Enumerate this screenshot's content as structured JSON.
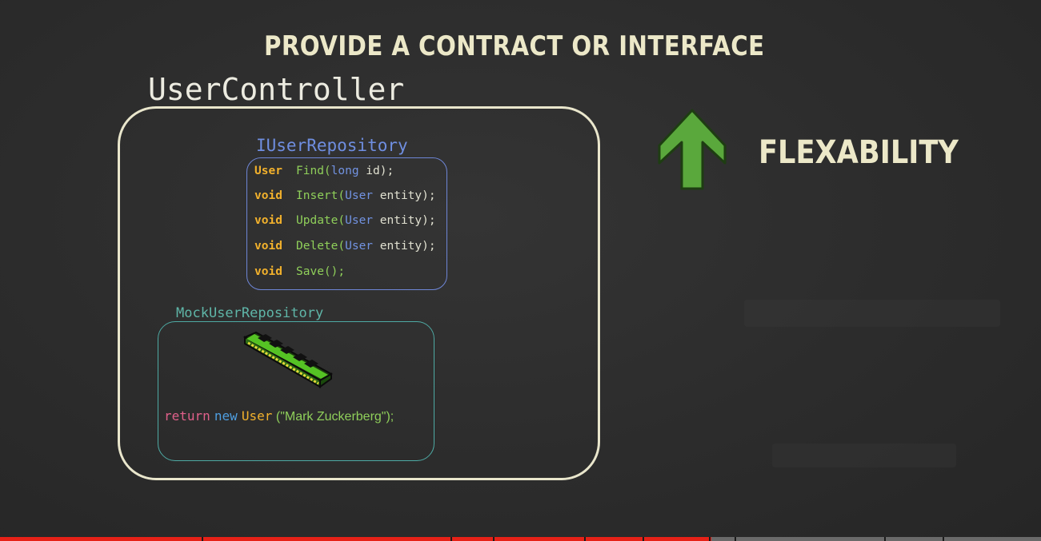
{
  "slide": {
    "title": "PROVIDE A CONTRACT OR INTERFACE",
    "controller_label": "UserController",
    "interface": {
      "label": "IUserRepository",
      "methods": [
        {
          "ret": "User",
          "name": "Find(",
          "type": "long",
          "arg": " id);",
          "rest": ""
        },
        {
          "ret": "void",
          "name": "Insert(",
          "type": "User",
          "arg": " entity);",
          "rest": ""
        },
        {
          "ret": "void",
          "name": "Update(",
          "type": "User",
          "arg": " entity);",
          "rest": ""
        },
        {
          "ret": "void",
          "name": "Delete(",
          "type": "User",
          "arg": " entity);",
          "rest": ""
        },
        {
          "ret": "void",
          "name": "Save();",
          "type": "",
          "arg": "",
          "rest": ""
        }
      ]
    },
    "mock": {
      "label": "MockUserRepository",
      "icon": "ram-chip-icon",
      "code": {
        "kw_return": "return",
        "kw_new": "new",
        "type": "User",
        "string": " (\"Mark Zuckerberg\");"
      }
    },
    "arrow_icon": "up-arrow-icon",
    "flex_label": "FLEXABILITY"
  },
  "colors": {
    "background": "#2c2c2c",
    "title": "#ece8c8",
    "controller_border": "#e9e6cc",
    "interface": "#6f8ee0",
    "mock": "#4eaaa4",
    "keyword_type": "#f2b12c",
    "method": "#8fcf5a",
    "arrow": "#5aa83c",
    "progress": "#e62117"
  },
  "progress": {
    "played_fraction": 0.683
  }
}
